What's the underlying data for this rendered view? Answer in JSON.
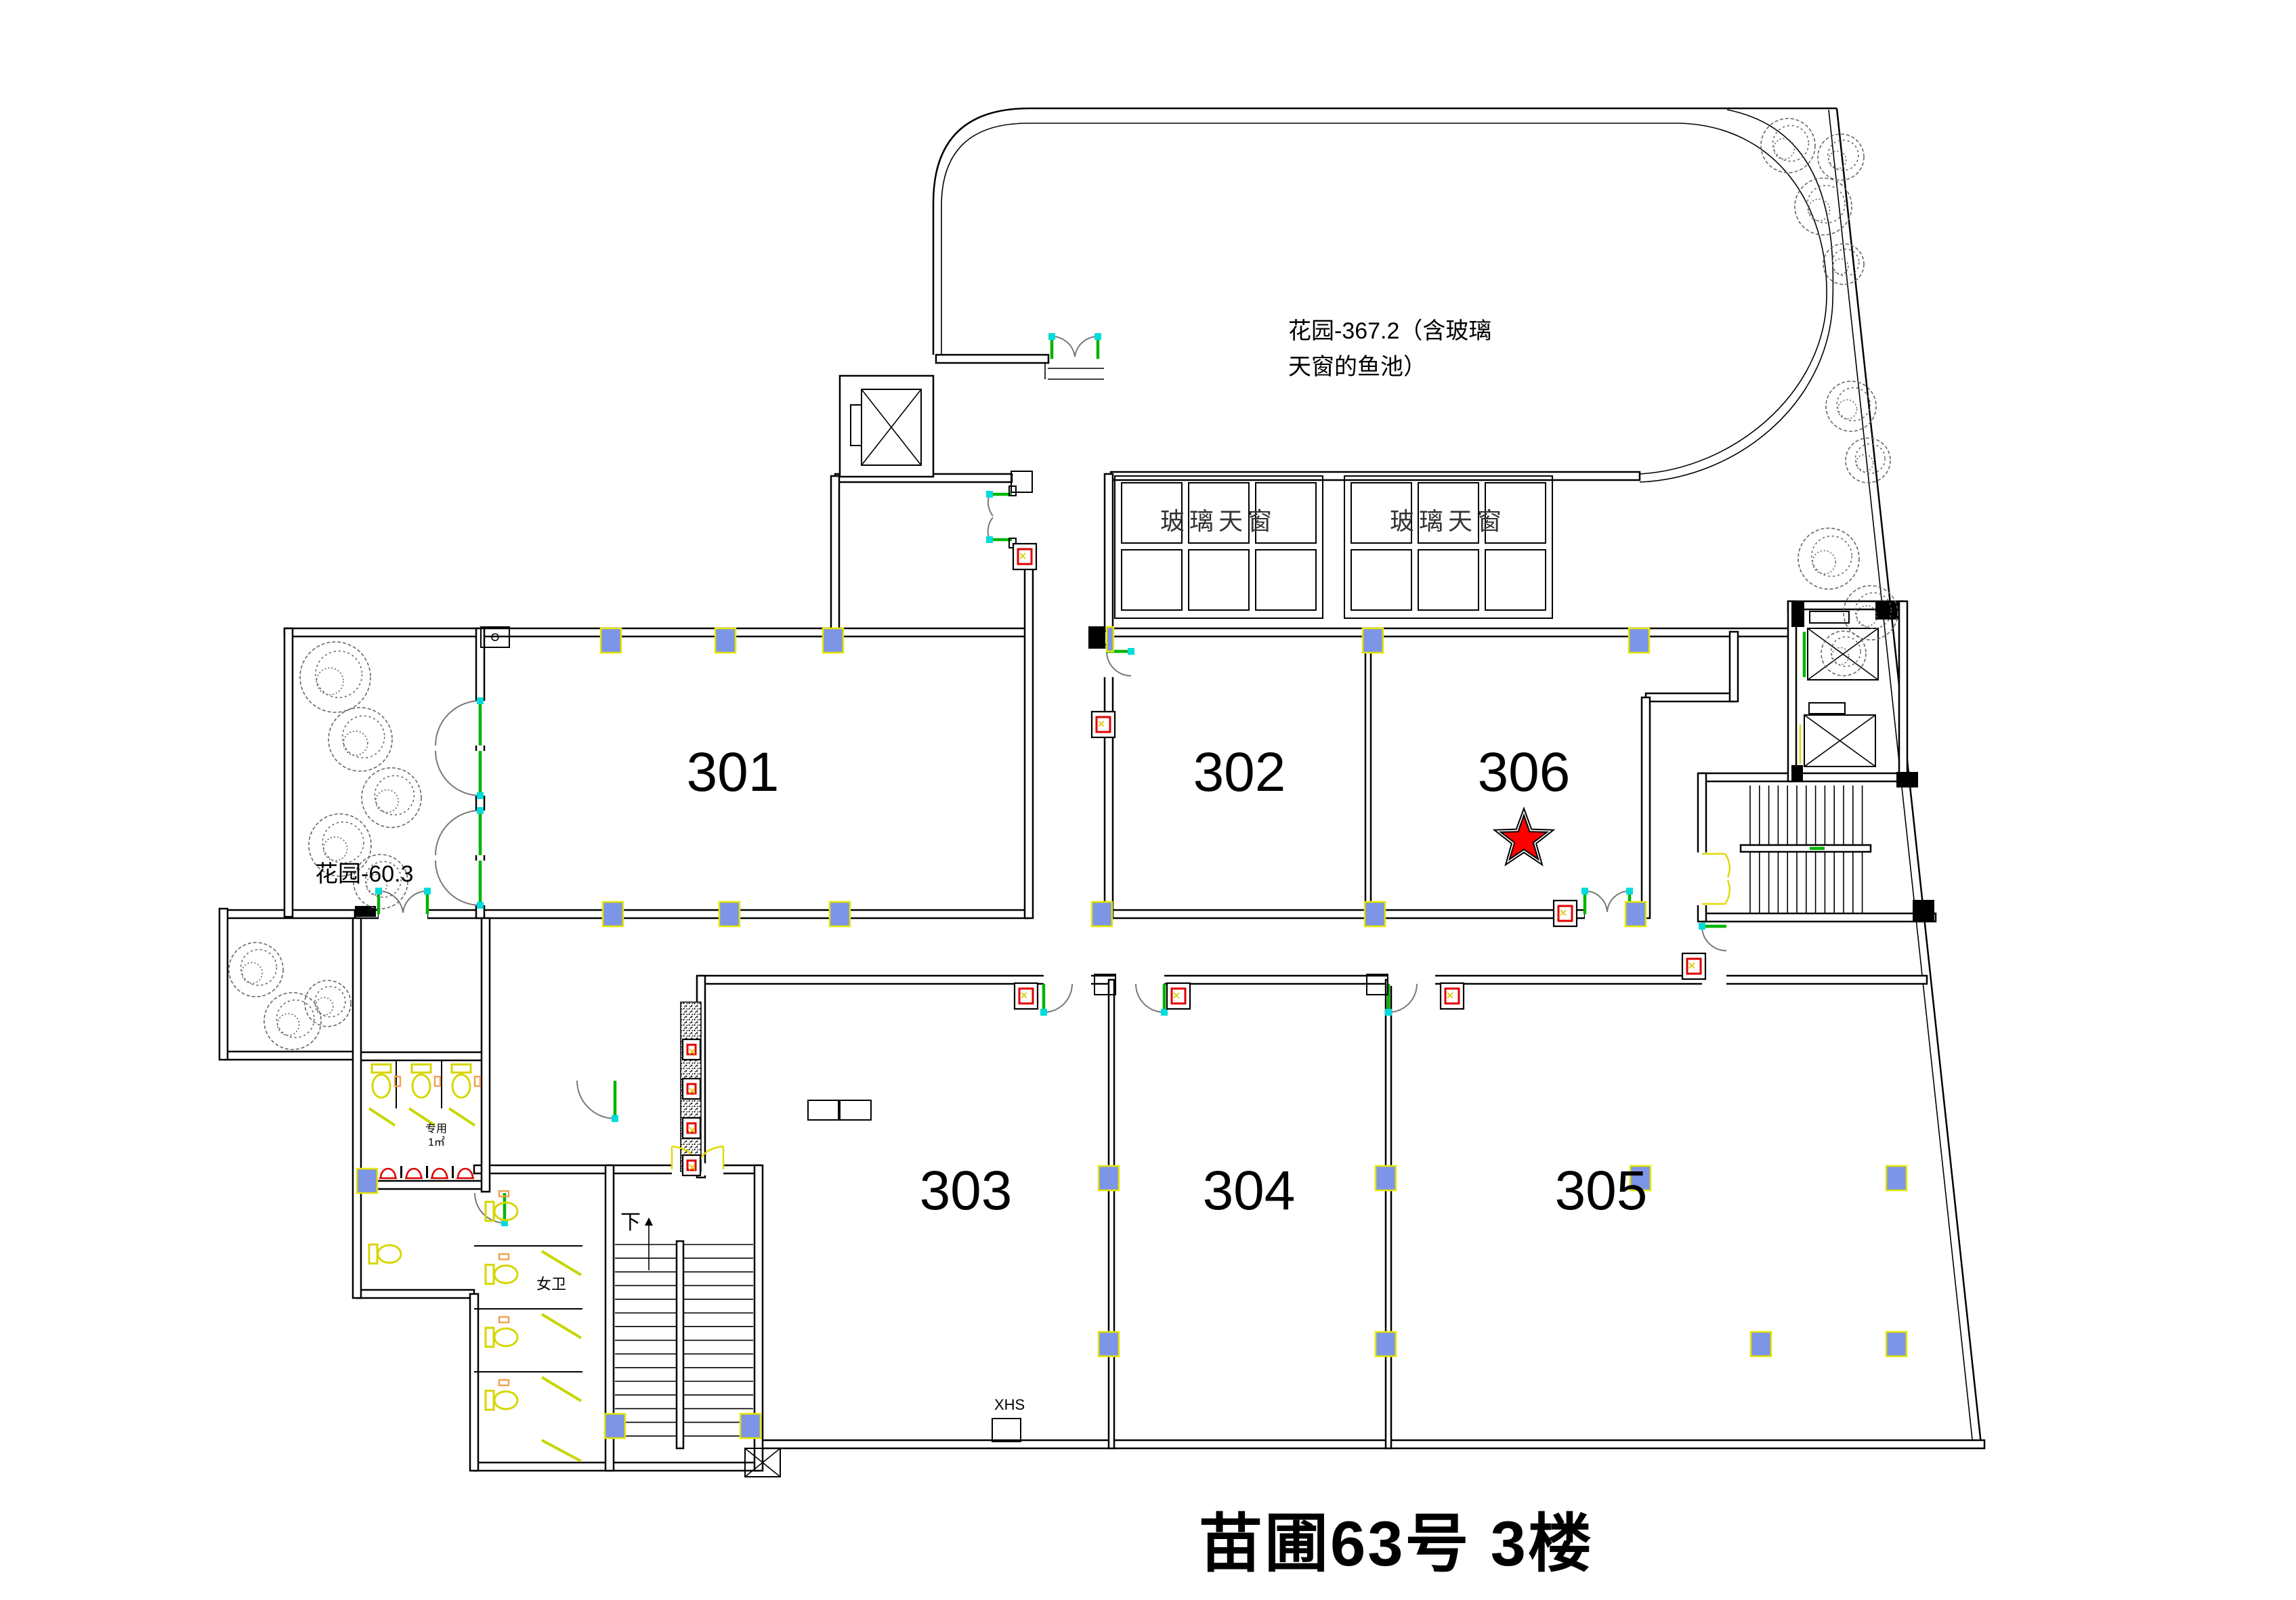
{
  "title": "苗圃63号  3楼",
  "garden_top": {
    "line1": "花园-367.2（含玻璃",
    "line2": "天窗的鱼池）"
  },
  "garden_left_label": "花园-60.3",
  "skylight_label": "玻璃天窗",
  "rooms": [
    {
      "id": "301",
      "label": "301"
    },
    {
      "id": "302",
      "label": "302"
    },
    {
      "id": "303",
      "label": "303"
    },
    {
      "id": "304",
      "label": "304"
    },
    {
      "id": "305",
      "label": "305"
    },
    {
      "id": "306",
      "label": "306",
      "marker": "red-star"
    }
  ],
  "stairs_down_label": "下",
  "xhs_label": "XHS",
  "toilet_female_label": "女卫",
  "toilet_special": {
    "line1": "专用",
    "line2": "1㎡"
  },
  "colors": {
    "wall": "#000000",
    "column_fill": "#7d95e6",
    "column_border": "#e6e600",
    "star_fill": "#ff0000",
    "door_leaf": "#00b400",
    "hydrant_border": "#e00000",
    "fixture_yellow": "#d6d600",
    "tree_stroke": "#666666"
  }
}
